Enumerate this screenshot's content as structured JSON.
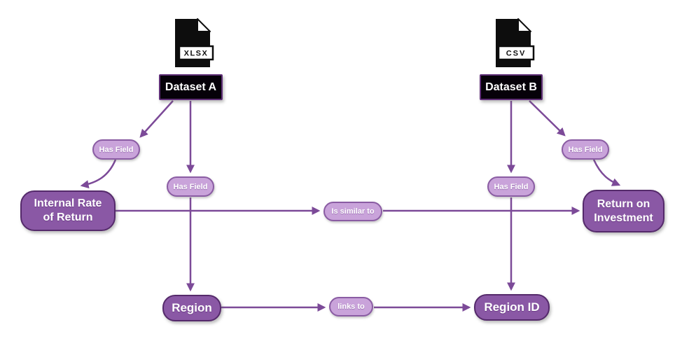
{
  "diagram": {
    "files": {
      "xlsx": {
        "format": "XLSX"
      },
      "csv": {
        "format": "CSV"
      }
    },
    "datasets": {
      "a": {
        "label": "Dataset A"
      },
      "b": {
        "label": "Dataset B"
      }
    },
    "entities": {
      "irr": {
        "label": "Internal Rate of Return"
      },
      "roi": {
        "label": "Return on Investment"
      },
      "region": {
        "label": "Region"
      },
      "region_id": {
        "label": "Region ID"
      }
    },
    "edges": {
      "a_irr": {
        "from": "Dataset A",
        "to": "Internal Rate of Return",
        "label": "Has Field"
      },
      "a_region": {
        "from": "Dataset A",
        "to": "Region",
        "label": "Has Field"
      },
      "b_region_id": {
        "from": "Dataset B",
        "to": "Region ID",
        "label": "Has Field"
      },
      "b_roi": {
        "from": "Dataset B",
        "to": "Return on Investment",
        "label": "Has Field"
      },
      "irr_roi": {
        "from": "Internal Rate of Return",
        "to": "Return on Investment",
        "label": "Is similar to"
      },
      "region_region_id": {
        "from": "Region",
        "to": "Region ID",
        "label": "links to"
      }
    },
    "colors": {
      "node_fill": "#8a58a5",
      "node_border": "#552a6b",
      "pill_fill": "#c9a3da",
      "pill_border": "#8a5ca3",
      "edge": "#7c4a98",
      "dataset_fill": "#060109",
      "dataset_border": "#5f2f77",
      "file_icon": "#0d0d0d",
      "text": "#ffffff"
    }
  }
}
